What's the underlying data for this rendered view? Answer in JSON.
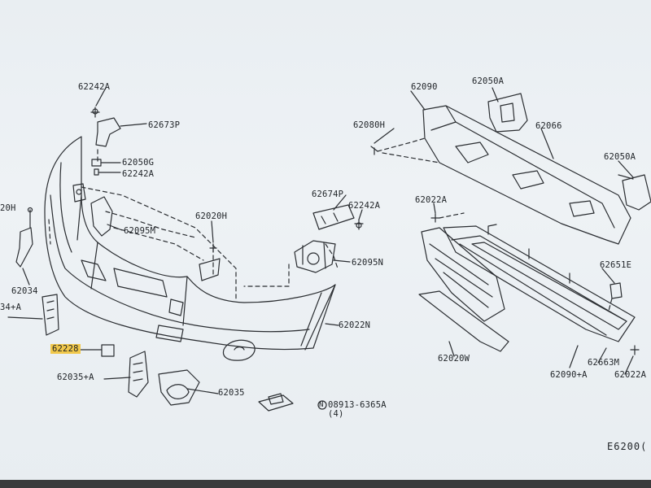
{
  "diagram": {
    "drawing_ref": "E6200(",
    "labels": {
      "p62242A_top": "62242A",
      "p62673P": "62673P",
      "p62050G": "62050G",
      "p62242A_mid": "62242A",
      "p0H": "20H",
      "p62095M": "62095M",
      "p62020H": "62020H",
      "p62674P": "62674P",
      "p62242A_r": "62242A",
      "p62095N": "62095N",
      "p62034": "62034",
      "p34A": "34+A",
      "p62022N": "62022N",
      "p62228": "62228",
      "p62035A": "62035+A",
      "p62035": "62035",
      "p08913": "08913-6365A",
      "p08913_n": "N",
      "p08913_qty": "(4)",
      "p62090": "62090",
      "p62050A_top": "62050A",
      "p62080H": "62080H",
      "p62066": "62066",
      "p62050A_r": "62050A",
      "p62022A_mid": "62022A",
      "p62651E": "62651E",
      "p62020W": "62020W",
      "p62663M": "62663M",
      "p62090A": "62090+A",
      "p62022A_r": "62022A"
    }
  },
  "colors": {
    "paper": "#eef2f5",
    "ink": "#1e2226",
    "highlight": "#f1c84b"
  }
}
